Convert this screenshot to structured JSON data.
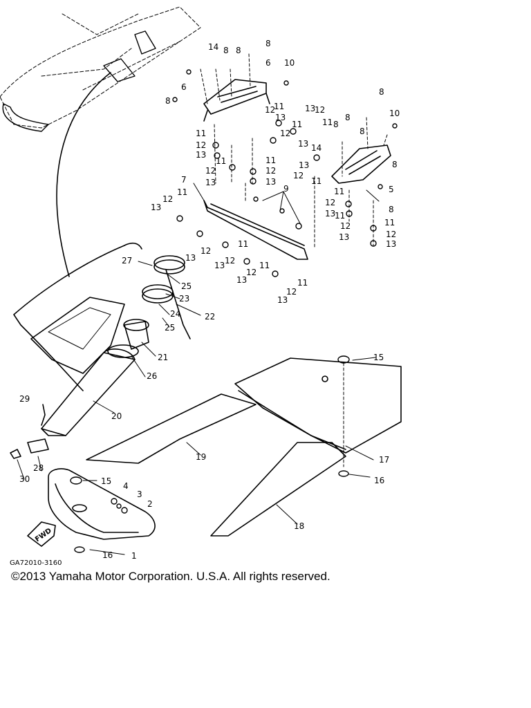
{
  "diagram": {
    "drawing_code": "GA72010-3160",
    "fwd_label": "FWD",
    "part_numbers": [
      "1",
      "2",
      "3",
      "4",
      "5",
      "6",
      "7",
      "8",
      "9",
      "10",
      "11",
      "12",
      "13",
      "14",
      "15",
      "16",
      "17",
      "18",
      "19",
      "20",
      "21",
      "22",
      "23",
      "24",
      "25",
      "26",
      "27",
      "28",
      "29",
      "30"
    ]
  },
  "footer": {
    "copyright": "©2013 Yamaha Motor Corporation. U.S.A. All rights reserved."
  }
}
